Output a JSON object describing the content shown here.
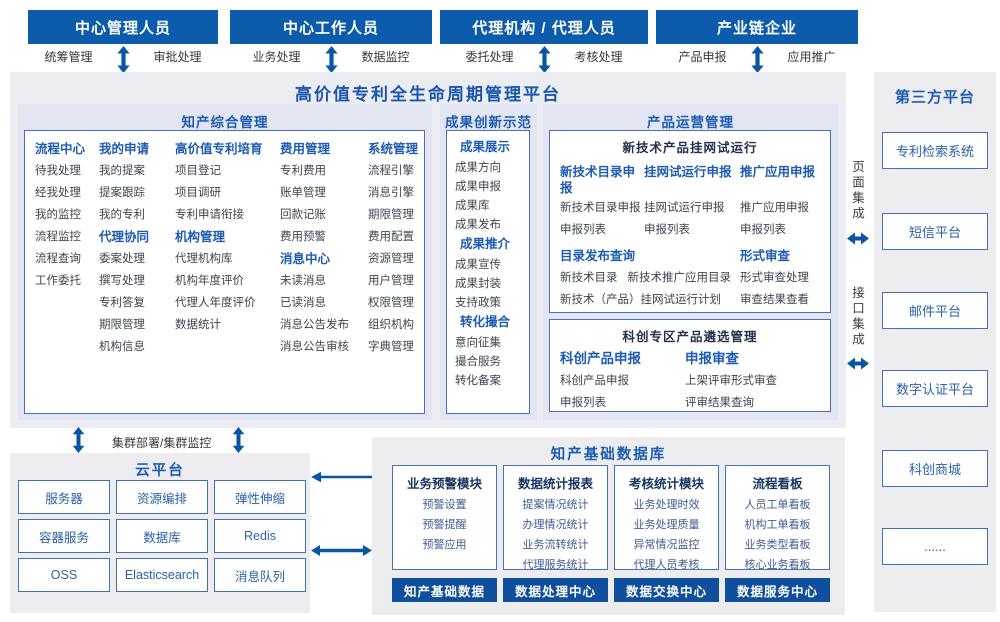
{
  "colors": {
    "header_bar": "#0d5cab",
    "title_blue": "#1a56ad",
    "section_title_blue": "#1d5cb2",
    "box_border_blue": "#3f6fb6",
    "footer_bar_blue": "#0f4f9e",
    "panel_gray": "#ededf0",
    "section_bg": "#e3e6f2",
    "item_text": "#3e4450",
    "arrow_blue": "#0a55a4"
  },
  "actors": [
    {
      "title": "中心管理人员",
      "left": "统筹管理",
      "right": "审批处理"
    },
    {
      "title": "中心工作人员",
      "left": "业务处理",
      "right": "数据监控"
    },
    {
      "title": "代理机构 / 代理人员",
      "left": "委托处理",
      "right": "考核处理"
    },
    {
      "title": "产业链企业",
      "left": "产品申报",
      "right": "应用推广"
    }
  ],
  "platform": {
    "title": "高价值专利全生命周期管理平台"
  },
  "ipm": {
    "title": "知产综合管理",
    "cols": [
      {
        "groups": [
          {
            "title": "流程中心",
            "items": [
              "待我处理",
              "经我处理",
              "我的监控",
              "流程监控",
              "流程查询",
              "工作委托"
            ]
          }
        ]
      },
      {
        "groups": [
          {
            "title": "我的申请",
            "items": [
              "我的提案",
              "提案跟踪",
              "我的专利"
            ]
          },
          {
            "title": "代理协同",
            "items": [
              "委案处理",
              "撰写处理",
              "专利答复",
              "期限管理",
              "机构信息"
            ]
          }
        ]
      },
      {
        "groups": [
          {
            "title": "高价值专利培育",
            "items": [
              "项目登记",
              "项目调研",
              "专利申请衔接"
            ]
          },
          {
            "title": "机构管理",
            "items": [
              "代理机构库",
              "机构年度评价",
              "代理人年度评价",
              "数据统计"
            ]
          }
        ]
      },
      {
        "groups": [
          {
            "title": "费用管理",
            "items": [
              "专利费用",
              "账单管理",
              "回款记账",
              "费用预警"
            ]
          },
          {
            "title": "消息中心",
            "items": [
              "未读消息",
              "已读消息",
              "消息公告发布",
              "消息公告审核"
            ]
          }
        ]
      },
      {
        "groups": [
          {
            "title": "系统管理",
            "items": [
              "流程引擎",
              "消息引擎",
              "期限管理",
              "费用配置",
              "资源管理",
              "用户管理",
              "权限管理",
              "组织机构",
              "字典管理"
            ]
          }
        ]
      }
    ]
  },
  "innovation": {
    "title": "成果创新示范",
    "groups": [
      {
        "title": "成果展示",
        "items": [
          "成果方向",
          "成果申报",
          "成果库",
          "成果发布"
        ]
      },
      {
        "title": "成果推介",
        "items": [
          "成果宣传",
          "成果封装",
          "支持政策"
        ]
      },
      {
        "title": "转化撮合",
        "items": [
          "意向征集",
          "撮合服务",
          "转化备案"
        ]
      }
    ]
  },
  "product": {
    "title": "产品运营管理",
    "box1": {
      "caption": "新技术产品挂网试运行",
      "cols": [
        {
          "title": "新技术目录申报",
          "items": [
            "新技术目录申报",
            "申报列表"
          ]
        },
        {
          "title": "挂网试运行申报",
          "items": [
            "挂网试运行申报",
            "申报列表"
          ]
        },
        {
          "title": "推广应用申报",
          "items": [
            "推广应用申报",
            "申报列表"
          ]
        }
      ],
      "catalog": {
        "title": "目录发布查询",
        "row1a": "新技术目录",
        "row1b": "新技术推广应用目录",
        "row2": "新技术（产品）挂网试运行计划"
      },
      "review": {
        "title": "形式审查",
        "items": [
          "形式审查处理",
          "审查结果查看"
        ]
      }
    },
    "box2": {
      "caption": "科创专区产品遴选管理",
      "cols": [
        {
          "title": "科创产品申报",
          "items": [
            "科创产品申报",
            "申报列表"
          ]
        },
        {
          "title": "申报审查",
          "items": [
            "上架评审形式审查",
            "评审结果查询"
          ]
        }
      ]
    }
  },
  "thirdparty": {
    "title": "第三方平台",
    "boxes": [
      "专利检索系统",
      "短信平台",
      "邮件平台",
      "数字认证平台",
      "科创商城",
      "......"
    ]
  },
  "integration": {
    "page": "页面集成",
    "api": "接口集成"
  },
  "cluster": {
    "label": "集群部署/集群监控"
  },
  "cloud": {
    "title": "云平台",
    "boxes": [
      "服务器",
      "资源编排",
      "弹性伸缩",
      "容器服务",
      "数据库",
      "Redis",
      "OSS",
      "Elasticsearch",
      "消息队列"
    ]
  },
  "database": {
    "title": "知产基础数据库",
    "modules": [
      {
        "title": "业务预警模块",
        "items": [
          "预警设置",
          "预警提醒",
          "预警应用"
        ],
        "footer": "知产基础数据"
      },
      {
        "title": "数据统计报表",
        "items": [
          "提案情况统计",
          "办理情况统计",
          "业务流转统计",
          "代理服务统计"
        ],
        "footer": "数据处理中心"
      },
      {
        "title": "考核统计模块",
        "items": [
          "业务处理时效",
          "业务处理质量",
          "异常情况监控",
          "代理人员考核"
        ],
        "footer": "数据交换中心"
      },
      {
        "title": "流程看板",
        "items": [
          "人员工单看板",
          "机构工单看板",
          "业务类型看板",
          "核心业务看板"
        ],
        "footer": "数据服务中心"
      }
    ]
  }
}
